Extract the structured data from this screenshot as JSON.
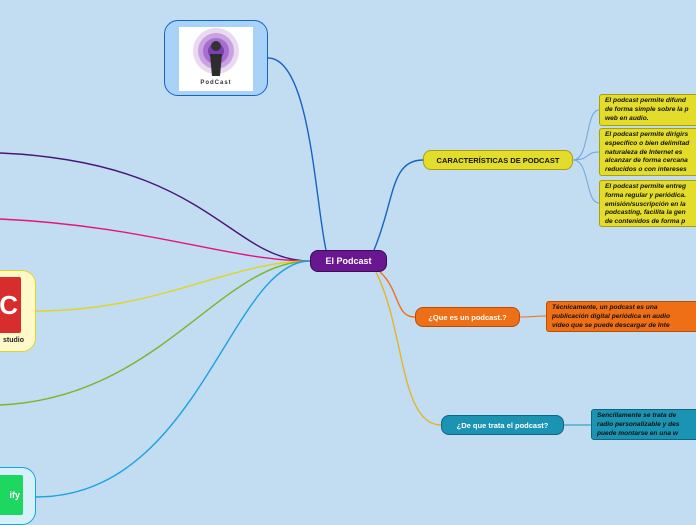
{
  "central": {
    "label": "El Podcast"
  },
  "podcast_image": {
    "caption": "PodCast"
  },
  "left_nodes": {
    "c_app_label": "studio",
    "spotify_label": "ify"
  },
  "branches": [
    {
      "label": "CARACTERÍSTICAS DE PODCAST",
      "leaves": [
        "El podcast permite difund\nde forma simple sobre la p\nweb en audio.",
        "El podcast permite dirigirs\nespecífico o bien delimitad\nnaturaleza de Internet es\nalcanzar de forma cercana\nreducidos o con intereses",
        "El podcast permite entreg\nforma regular y periódica.\nemisión/suscripción en la\npodcasting, facilita la gen\nde contenidos de forma p"
      ]
    },
    {
      "label": "¿Que es un podcast.?",
      "leaves": [
        "Técnicamente, un podcast es una\npublicación digital periódica en audio\nvídeo que se puede descargar de Inte"
      ]
    },
    {
      "label": "¿De que trata el podcast?",
      "leaves": [
        "Sencillamente se trata de\nradio personalizable y des\npuede montarse en una w"
      ]
    }
  ],
  "colors": {
    "background": "#c2dcf2",
    "central": "#6a1691",
    "caracteristicas": "#e3dc2a",
    "que_es": "#ef6f16",
    "de_que_trata": "#1b93b3",
    "branch_blue": "#1565c0",
    "purple_link": "#4a1478",
    "pink_link": "#e5137f",
    "yellow_link": "#e0d42a",
    "green_link": "#7ab52a",
    "cyan_link": "#19a3e0"
  }
}
